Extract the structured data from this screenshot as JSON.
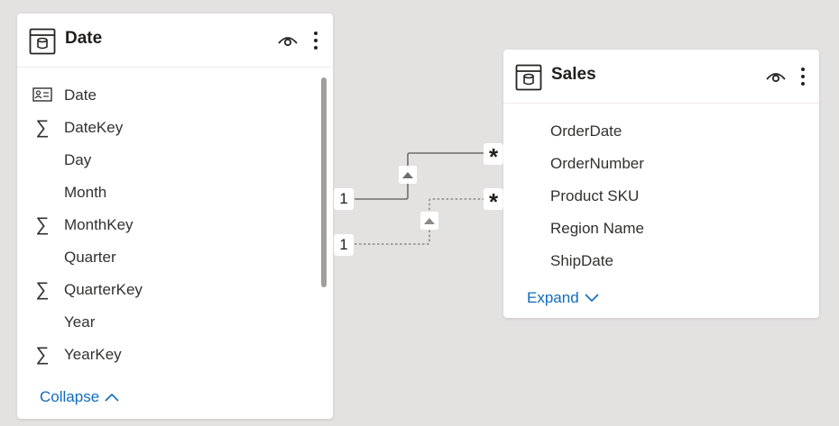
{
  "date_table": {
    "title": "Date",
    "fields": [
      {
        "label": "Date",
        "icon": "identity-card-icon"
      },
      {
        "label": "DateKey",
        "icon": "sigma-icon"
      },
      {
        "label": "Day",
        "icon": ""
      },
      {
        "label": "Month",
        "icon": ""
      },
      {
        "label": "MonthKey",
        "icon": "sigma-icon"
      },
      {
        "label": "Quarter",
        "icon": ""
      },
      {
        "label": "QuarterKey",
        "icon": "sigma-icon"
      },
      {
        "label": "Year",
        "icon": ""
      },
      {
        "label": "YearKey",
        "icon": "sigma-icon"
      }
    ],
    "footer_link": "Collapse"
  },
  "sales_table": {
    "title": "Sales",
    "fields": [
      {
        "label": "OrderDate"
      },
      {
        "label": "OrderNumber"
      },
      {
        "label": "Product SKU"
      },
      {
        "label": "Region Name"
      },
      {
        "label": "ShipDate"
      }
    ],
    "footer_link": "Expand"
  },
  "relationships": [
    {
      "from_cardinality": "1",
      "to_cardinality": "*",
      "style": "active"
    },
    {
      "from_cardinality": "1",
      "to_cardinality": "*",
      "style": "inactive"
    }
  ],
  "sigma_glyph": "∑",
  "colors": {
    "canvas": "#e3e2e1",
    "card": "#ffffff",
    "link": "#0f6cbd",
    "text": "#323130",
    "relationship_line": "#8a8886"
  }
}
